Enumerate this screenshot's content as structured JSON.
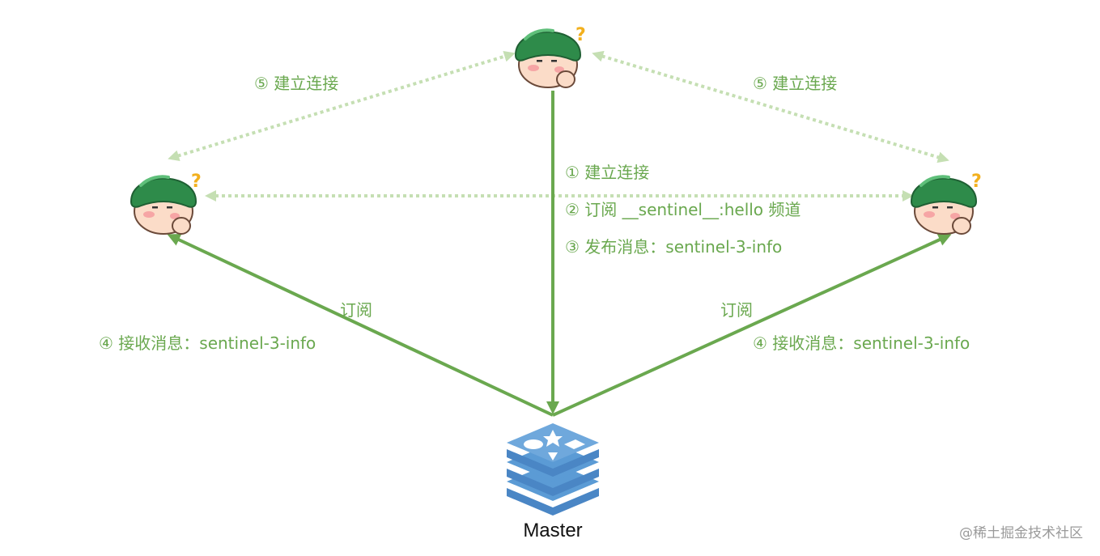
{
  "diagram": {
    "nodes": {
      "sentinel_top": {
        "icon": "sentinel-helmet-question-icon"
      },
      "sentinel_left": {
        "icon": "sentinel-helmet-question-icon"
      },
      "sentinel_right": {
        "icon": "sentinel-helmet-question-icon"
      },
      "master": {
        "label": "Master",
        "icon": "redis-icon"
      }
    },
    "labels": {
      "peer_connect_left": "⑤ 建立连接",
      "peer_connect_right": "⑤ 建立连接",
      "step1": "① 建立连接",
      "step2": "② 订阅 __sentinel__:hello 频道",
      "step3": "③ 发布消息：sentinel-3-info",
      "subscribe_left": "订阅",
      "subscribe_right": "订阅",
      "receive_left": "④ 接收消息：sentinel-3-info",
      "receive_right": "④ 接收消息：sentinel-3-info"
    },
    "colors": {
      "solid_arrow": "#6aa84f",
      "dotted_arrow": "#c5dfb3",
      "label_text": "#6aa84f",
      "helmet": "#2e8b4a",
      "redis": "#5b9bd5"
    }
  },
  "watermark": "@稀土掘金技术社区"
}
